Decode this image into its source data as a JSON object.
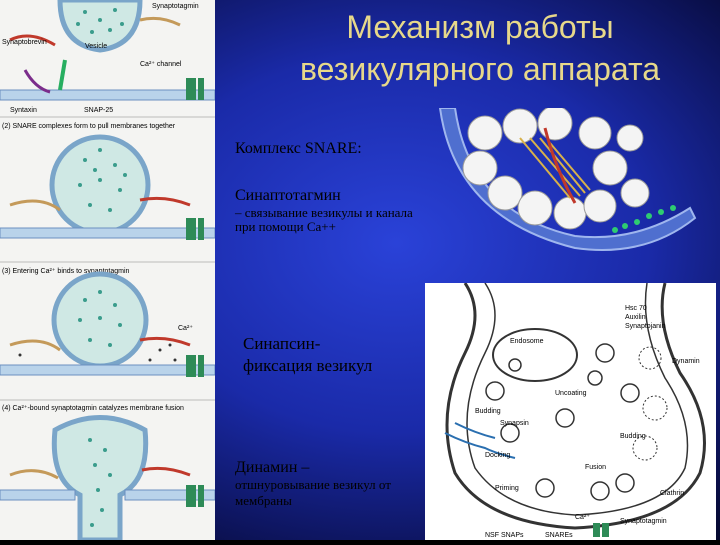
{
  "title_line1": "Механизм работы",
  "title_line2": "везикулярного аппарата",
  "snare_header": "Комплекс SNARE:",
  "synaptotagmin_header": "Синаптотагмин",
  "synaptotagmin_desc": "– связывание везикулы и канала при помощи Ca++",
  "synapsin_line1": "Синапсин-",
  "synapsin_line2": "фиксация везикул",
  "dynamin_header": "Динамин –",
  "dynamin_desc": "отшнуровывание везикул от мембраны",
  "left_panel": {
    "synaptotagmin": "Synaptotagmin",
    "synaptobrevin": "Synaptobrevin",
    "vesicle": "Vesicle",
    "ca_channel": "Ca²⁺ channel",
    "syntaxin": "Syntaxin",
    "snap25": "SNAP-25",
    "step2": "(2)  SNARE complexes form to pull membranes together",
    "step3": "(3)  Entering Ca²⁺ binds to synaptotagmin",
    "ca_label": "Ca²⁺",
    "step4": "(4)  Ca²⁺-bound synaptotagmin catalyzes membrane fusion"
  },
  "bottom_diagram": {
    "hsc70": "Hsc 70",
    "auxilin": "Auxilin",
    "synaptojanin": "Synaptojanin",
    "endosome": "Endosome",
    "uncoating": "Uncoating",
    "dynamin": "Dynamin",
    "budding1": "Budding",
    "synapsin": "Synapsin",
    "budding2": "Budding",
    "docking": "Docking",
    "priming": "Priming",
    "fusion": "Fusion",
    "clathrin": "Clathrin",
    "nsf_snaps": "NSF SNAPs",
    "snares": "SNAREs",
    "ca": "Ca²⁺",
    "synaptotagmin": "Synaptotagmin"
  }
}
